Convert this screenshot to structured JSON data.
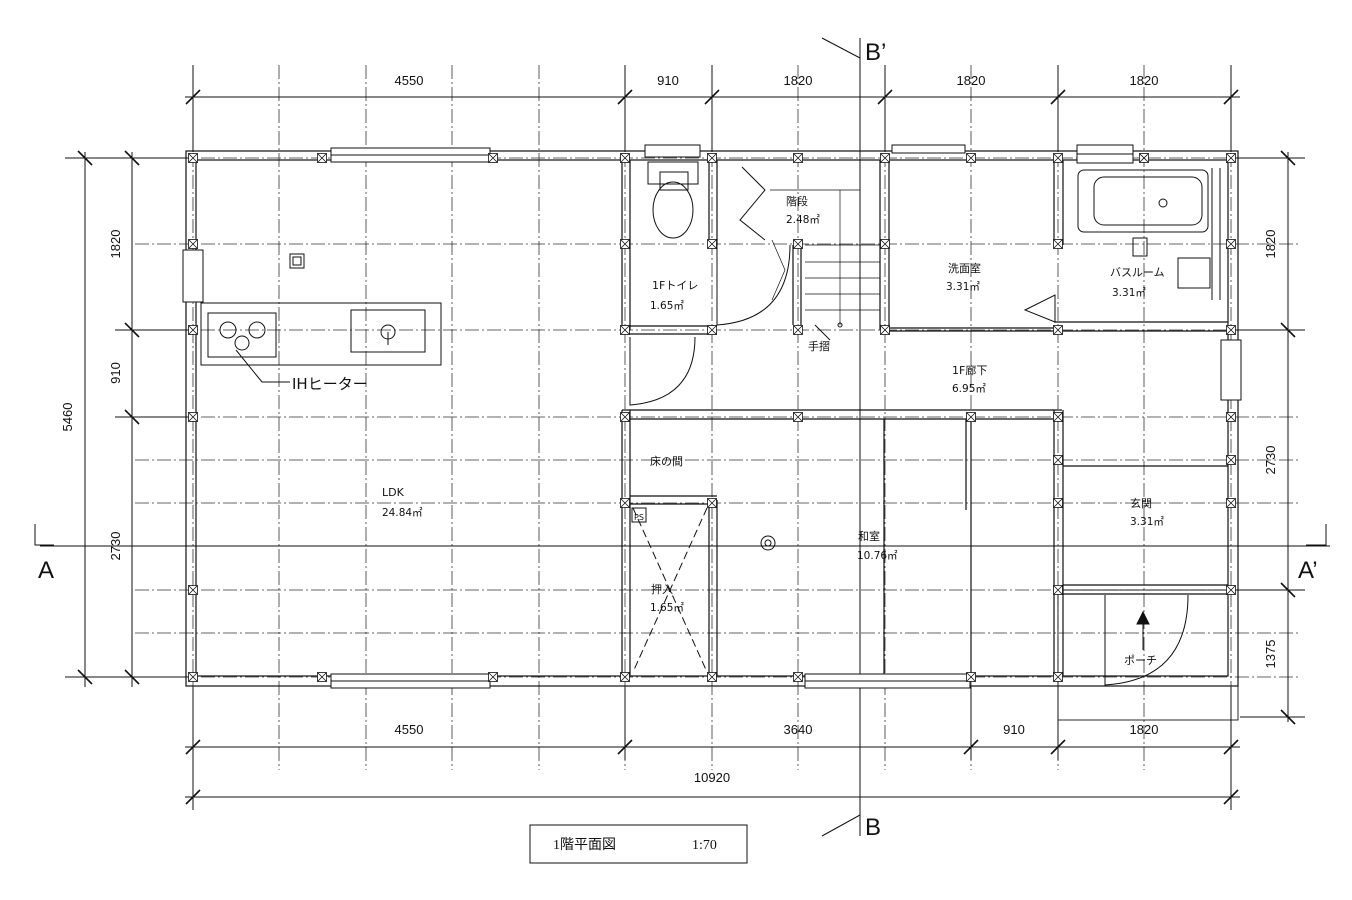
{
  "dimensions": {
    "top": [
      "4550",
      "910",
      "1820",
      "1820",
      "1820"
    ],
    "bottom": [
      "4550",
      "3640",
      "910",
      "1820"
    ],
    "total": "10920",
    "left_total": "5460",
    "left": [
      "1820",
      "910",
      "2730"
    ],
    "right": [
      "1820",
      "2730",
      "1375"
    ]
  },
  "sections": {
    "a_left": "A",
    "a_right": "A’",
    "b_top": "B’",
    "b_bottom": "B"
  },
  "rooms": {
    "ldk": {
      "name": "LDK",
      "area": "24.84㎡"
    },
    "toilet": {
      "name": "1Fトイレ",
      "area": "1.65㎡"
    },
    "stairs": {
      "name": "階段",
      "area": "2.48㎡"
    },
    "washroom": {
      "name": "洗面室",
      "area": "3.31㎡"
    },
    "bathroom": {
      "name": "バスルーム",
      "area": "3.31㎡"
    },
    "corridor": {
      "name": "1F廊下",
      "area": "6.95㎡"
    },
    "tokonoma": {
      "name": "床の間"
    },
    "washitsu": {
      "name": "和室",
      "area": "10.76㎡"
    },
    "oshiire": {
      "name": "押入",
      "area": "1.65㎡"
    },
    "genkan": {
      "name": "玄関",
      "area": "3.31㎡"
    },
    "porch": {
      "name": "ポーチ"
    }
  },
  "labels": {
    "ih_heater": "IHヒーター",
    "handrail": "手摺",
    "ps": "PS"
  },
  "title_block": {
    "name": "1階平面図",
    "scale": "1:70"
  }
}
